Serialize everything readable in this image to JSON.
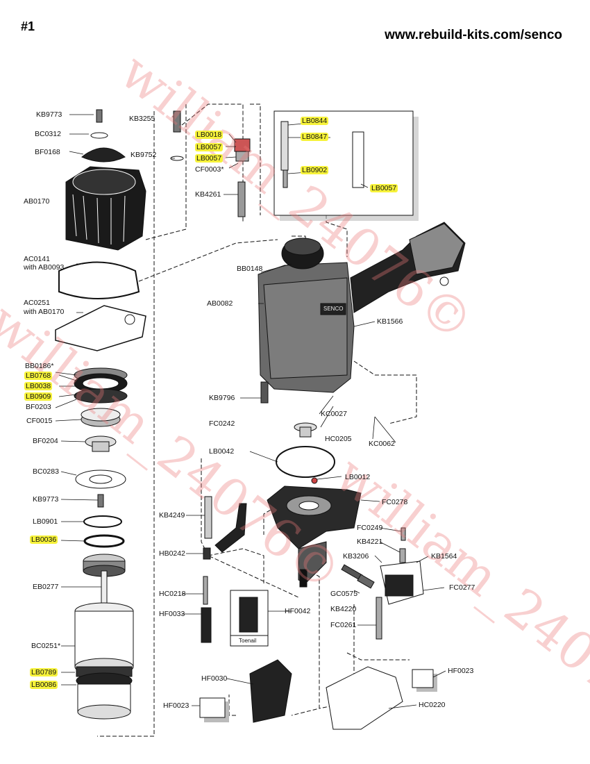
{
  "header": {
    "number": "#1",
    "url": "www.rebuild-kits.com/senco"
  },
  "watermark": "william_24076©",
  "highlight_color": "#f6f23a",
  "parts": {
    "KB9773_top": "KB9773",
    "BC0312": "BC0312",
    "BF0168": "BF0168",
    "AB0170": "AB0170",
    "AC0141": "AC0141",
    "AC0141_note": "with AB0093",
    "AC0251": "AC0251",
    "AC0251_note": "with AB0170",
    "BB0186": "BB0186*",
    "LB0768": "LB0768",
    "LB0038": "LB0038",
    "LB0909": "LB0909",
    "BF0203": "BF0203",
    "CF0015": "CF0015",
    "BF0204": "BF0204",
    "BC0283": "BC0283",
    "KB9773_low": "KB9773",
    "LB0901": "LB0901",
    "LB0036": "LB0036",
    "EB0277": "EB0277",
    "BC0251": "BC0251*",
    "LB0789": "LB0789",
    "LB0086": "LB0086",
    "KB3255": "KB3255",
    "KB9752": "KB9752",
    "LB0018": "LB0018",
    "LB0057_a": "LB0057",
    "LB0057_b": "LB0057",
    "CF0003": "CF0003*",
    "KB4261": "KB4261",
    "LB0844": "LB0844",
    "LB0847": "LB0847",
    "LB0902": "LB0902",
    "LB0057_c": "LB0057",
    "BB0148": "BB0148",
    "AB0082": "AB0082",
    "KB1566": "KB1566",
    "KB9796": "KB9796",
    "KC0027": "KC0027",
    "FC0242": "FC0242",
    "HC0205": "HC0205",
    "KC0062": "KC0062",
    "LB0042": "LB0042",
    "LB0012": "LB0012",
    "FC0278": "FC0278",
    "KB4249": "KB4249",
    "HB0242": "HB0242",
    "FC0249": "FC0249",
    "KB4221": "KB4221",
    "KB3206": "KB3206",
    "KB1564": "KB1564",
    "HC0218": "HC0218",
    "GC0575": "GC0575",
    "FC0277": "FC0277",
    "HF0033": "HF0033",
    "HF0042": "HF0042",
    "KB4220": "KB4220",
    "FC0261": "FC0261",
    "HF0030": "HF0030",
    "HF0023_a": "HF0023",
    "HF0023_b": "HF0023",
    "HC0220": "HC0220"
  },
  "labels": {
    "toenail": "Toenail",
    "nameplate": "SENCO"
  }
}
